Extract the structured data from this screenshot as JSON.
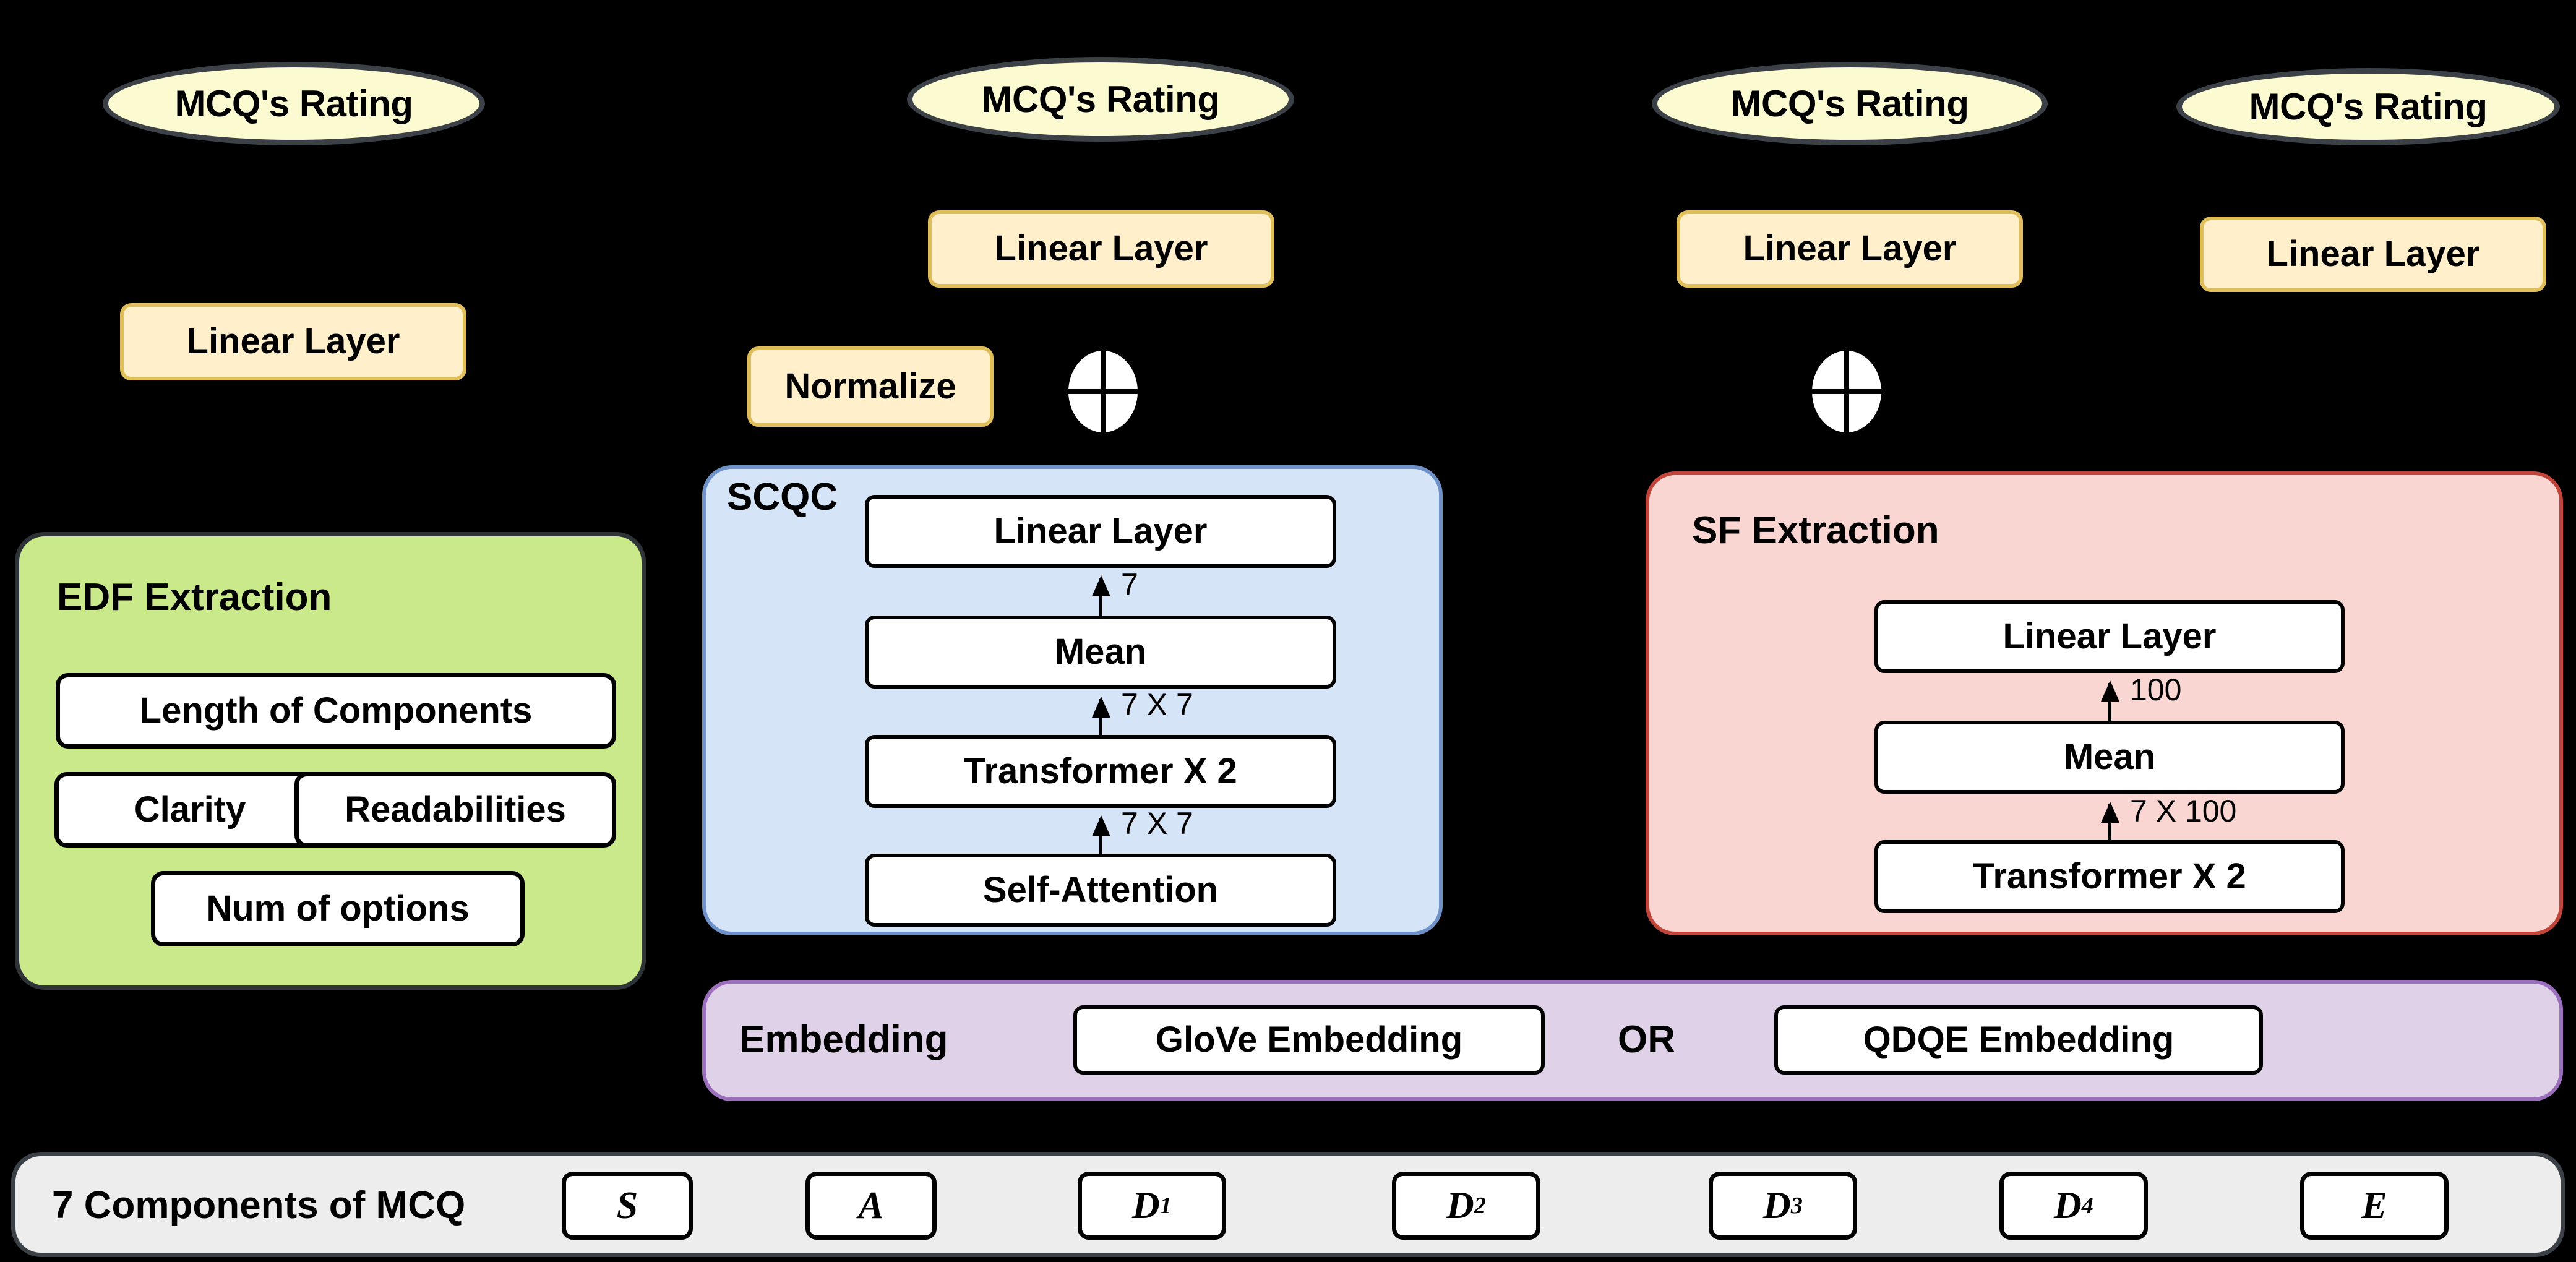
{
  "diagram": {
    "title": "MCQ rating model architecture",
    "background_color": "#000000",
    "colors": {
      "oval_fill": "#FCFAD0",
      "oval_border": "#3B4147",
      "tan_fill": "#FFEFCB",
      "tan_border": "#E0BF5A",
      "green_group": "#CAE98A",
      "blue_group": "#D6E4F7",
      "pink_group": "#F9D6D1",
      "purple_group": "#DFD1E8",
      "gray_group": "#EDEDED",
      "box_fill": "#FFFFFF",
      "stroke": "#000000"
    }
  },
  "outputs": {
    "rating_label": "MCQ's Rating",
    "ovals": [
      {
        "label": "MCQ's Rating"
      },
      {
        "label": "MCQ's Rating"
      },
      {
        "label": "MCQ's Rating"
      },
      {
        "label": "MCQ's Rating"
      }
    ],
    "head_linear_layers": [
      {
        "label": "Linear Layer"
      },
      {
        "label": "Linear Layer"
      },
      {
        "label": "Linear Layer"
      },
      {
        "label": "Linear Layer"
      }
    ]
  },
  "operators": {
    "normalize_label": "Normalize",
    "plus_symbol": "plus-circle",
    "plus_count": 2
  },
  "edf": {
    "title": "EDF Extraction",
    "features": [
      {
        "label": "Length of Components"
      },
      {
        "label": "Clarity"
      },
      {
        "label": "Readabilities"
      },
      {
        "label": "Num of options"
      }
    ]
  },
  "scqc": {
    "title": "SCQC",
    "stack": [
      {
        "label": "Linear Layer"
      },
      {
        "label": "Mean"
      },
      {
        "label": "Transformer X 2"
      },
      {
        "label": "Self-Attention"
      }
    ],
    "arrow_labels": {
      "mean_to_linear": "7",
      "transformer_to_mean": "7 X 7",
      "selfattn_to_transformer": "7 X 7"
    }
  },
  "sf": {
    "title": "SF Extraction",
    "stack": [
      {
        "label": "Linear Layer"
      },
      {
        "label": "Mean"
      },
      {
        "label": "Transformer X 2"
      }
    ],
    "arrow_labels": {
      "mean_to_linear": "100",
      "transformer_to_mean": "7 X 100"
    }
  },
  "embedding": {
    "title": "Embedding",
    "option_a": "GloVe Embedding",
    "conjunction": "OR",
    "option_b": "QDQE Embedding"
  },
  "components": {
    "title": "7 Components of MCQ",
    "items": [
      {
        "base": "S",
        "sub": ""
      },
      {
        "base": "A",
        "sub": ""
      },
      {
        "base": "D",
        "sub": "1"
      },
      {
        "base": "D",
        "sub": "2"
      },
      {
        "base": "D",
        "sub": "3"
      },
      {
        "base": "D",
        "sub": "4"
      },
      {
        "base": "E",
        "sub": ""
      }
    ]
  }
}
